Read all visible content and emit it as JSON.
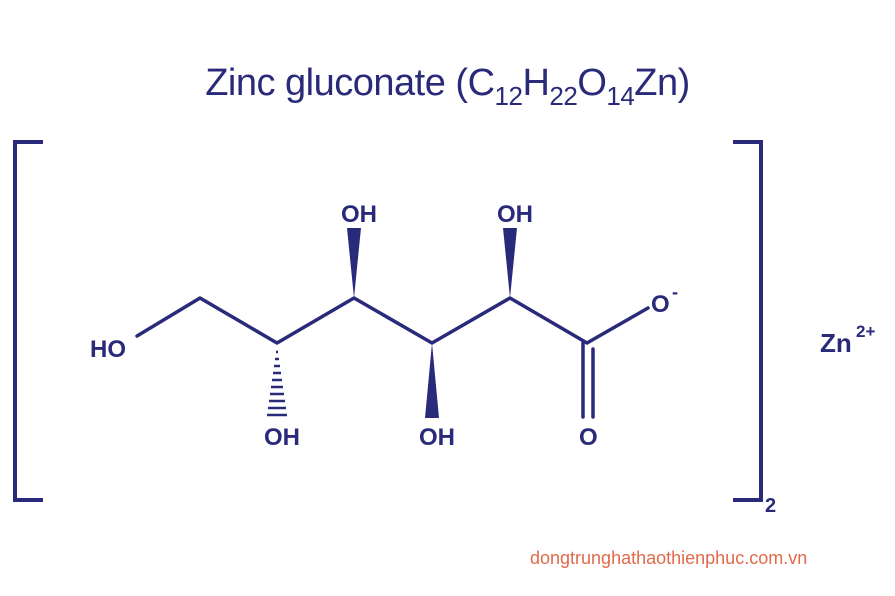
{
  "title": {
    "name": "Zinc gluconate",
    "open": " (C",
    "c_sub": "12",
    "h": "H",
    "h_sub": "22",
    "o": "O",
    "o_sub": "14",
    "tail": "Zn)"
  },
  "structure": {
    "labels": {
      "ho_left": "HO",
      "oh_c5": "OH",
      "oh_c4": "OH",
      "oh_c3": "OH",
      "oh_c2": "OH",
      "o_minus": "O",
      "o_minus_charge": "-",
      "o_carbonyl": "O"
    },
    "bracket_subscript": "2",
    "counter_ion": "Zn",
    "counter_ion_charge": "2+"
  },
  "colors": {
    "structure": "#2a2a7a",
    "watermark": "#e06a4a",
    "background": "#ffffff"
  },
  "watermark": "dongtrunghathaothienphuc.com.vn"
}
